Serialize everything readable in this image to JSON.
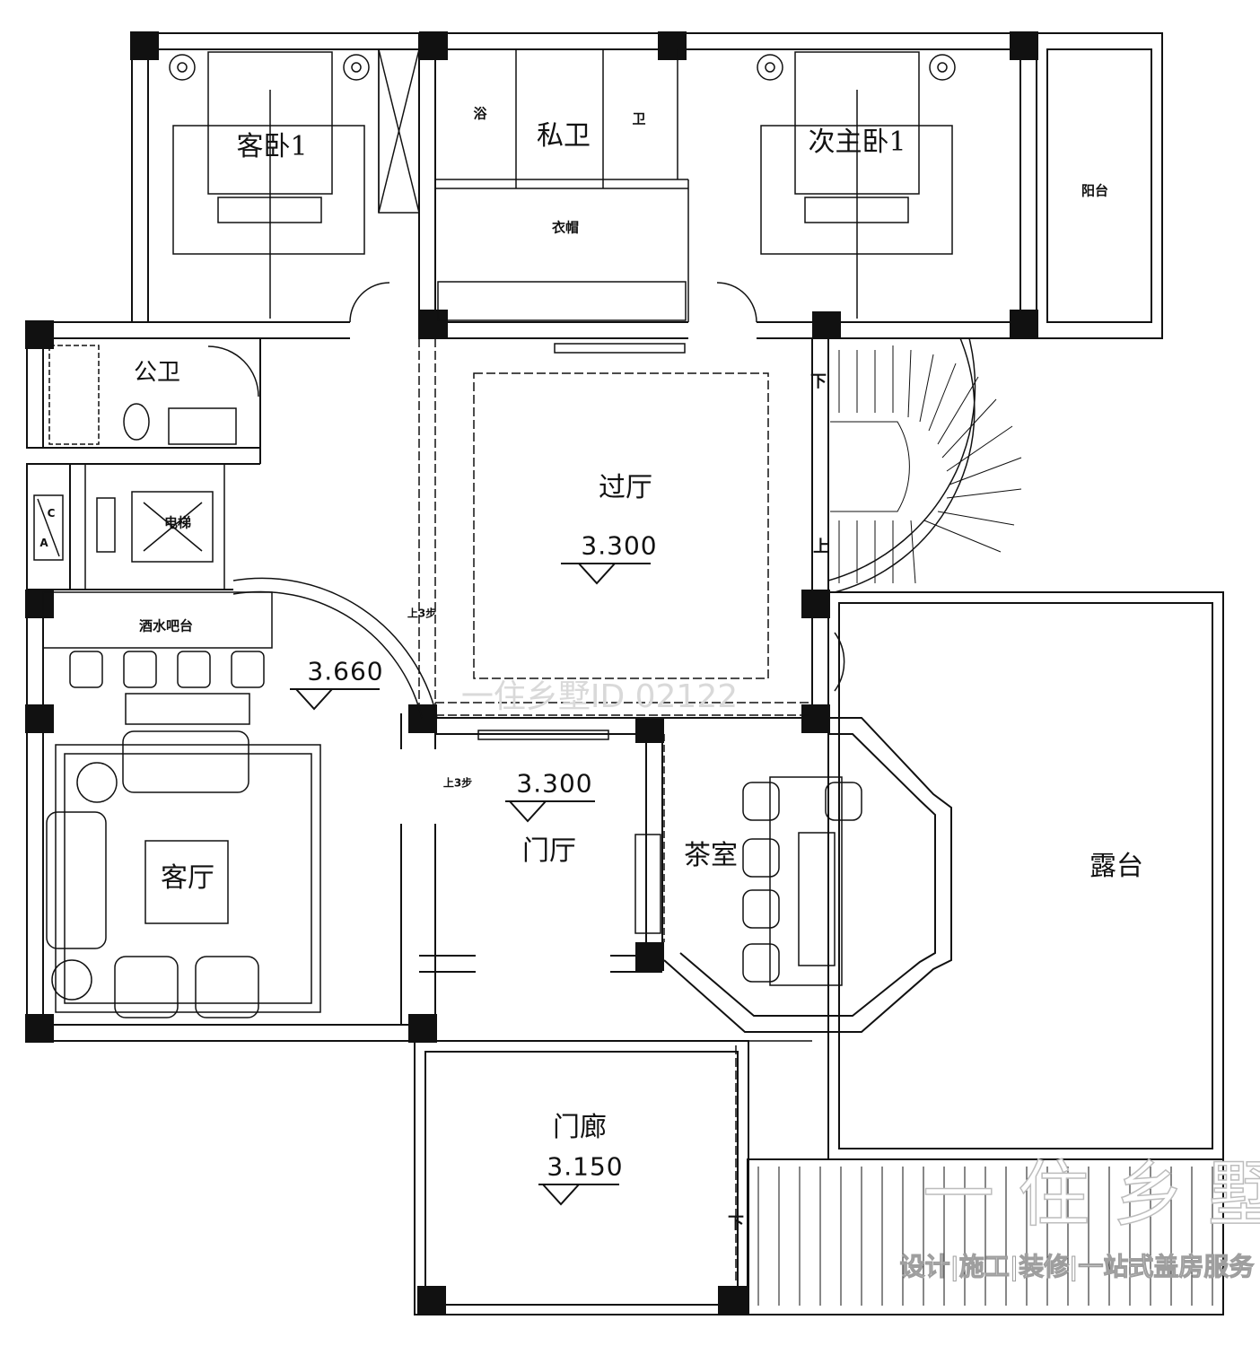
{
  "rooms": {
    "guest_bedroom": "客卧1",
    "private_bath": "私卫",
    "bath_label": "浴",
    "toilet_label": "卫",
    "wardrobe": "衣帽",
    "second_master": "次主卧1",
    "balcony": "阳台",
    "public_bath": "公卫",
    "hall": "过厅",
    "elevator": "电梯",
    "bar": "酒水吧台",
    "living_room": "客厅",
    "foyer": "门厅",
    "tea_room": "茶室",
    "terrace": "露台",
    "porch": "门廊",
    "shaft_c": "C",
    "shaft_a": "A"
  },
  "levels": {
    "hall": "3.300",
    "living": "3.660",
    "foyer": "3.300",
    "porch": "3.150"
  },
  "notes": {
    "step_up_1": "上3步",
    "step_up_2": "上3步",
    "stair_down": "下",
    "stair_up": "上",
    "stair_down_2": "下"
  },
  "watermark": {
    "id": "一住乡墅ID 02122",
    "logo": "一住乡墅",
    "tagline": "设计|施工|装修|一站式盖房服务"
  }
}
